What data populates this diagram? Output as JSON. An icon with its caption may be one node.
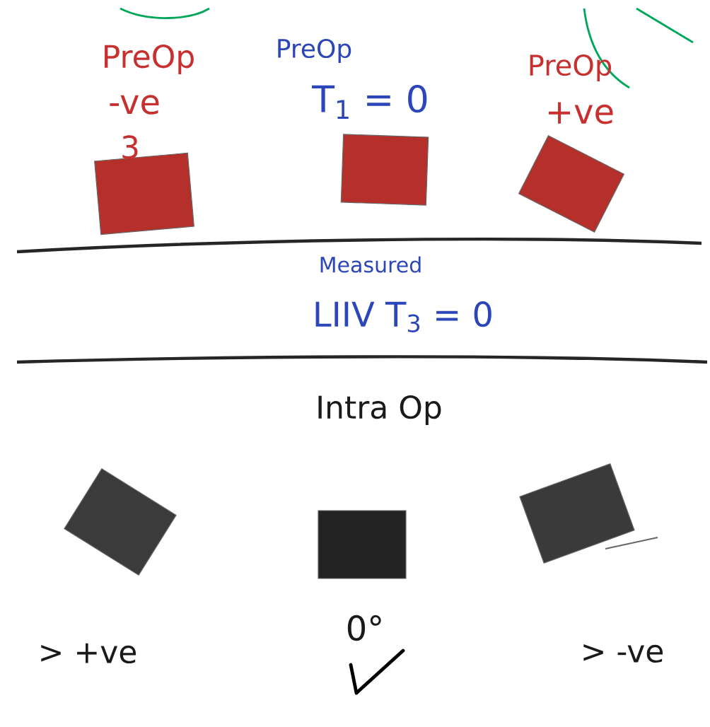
{
  "diagram": {
    "nodes": [
      {
        "text": [],
        "shape": "box",
        "beside": [
          "PreOp",
          "-ve",
          "3"
        ]
      },
      {
        "text": [],
        "shape": "box",
        "beside": [
          "PreOp",
          "T$_{1}$ = 0"
        ]
      },
      {
        "text": [],
        "shape": "box",
        "beside": [
          "PreOp",
          "+ve"
        ]
      },
      {
        "text": [],
        "shape": "box",
        "beside": [
          "> +ve"
        ]
      },
      {
        "text": [],
        "shape": "box",
        "beside": [
          "0°"
        ]
      },
      {
        "text": [],
        "shape": "box",
        "beside": [
          "> -ve"
        ]
      }
    ],
    "labels": [
      "Measured",
      "LIIV T$_{3}$ = 0",
      "Intra Op"
    ]
  }
}
